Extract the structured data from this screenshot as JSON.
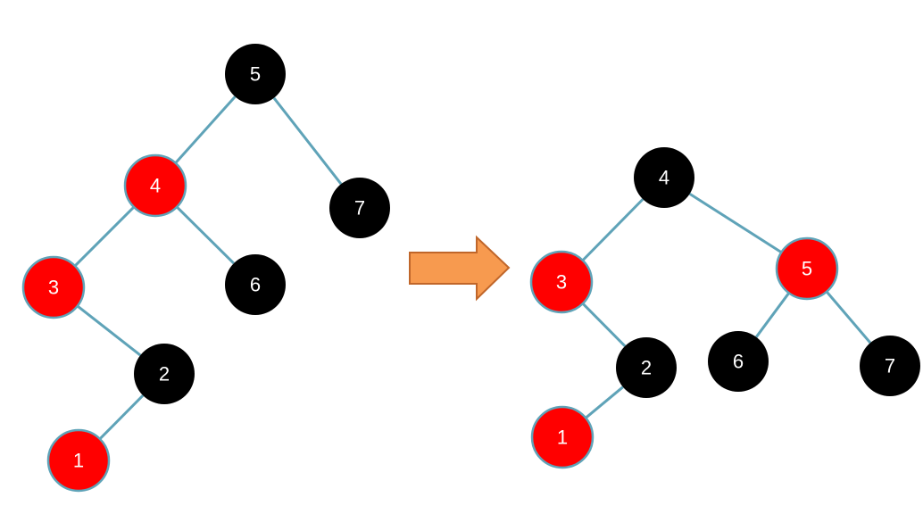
{
  "diagram": {
    "colors": {
      "red": "#ff0000",
      "black": "#000000",
      "edge": "#5fa3b8",
      "label": "#ffffff",
      "red_border": "#b71c1c",
      "arrow_fill": "#f79a4f",
      "arrow_stroke": "#c0662a"
    },
    "before": {
      "nodes": [
        {
          "id": "b5",
          "label": "5",
          "color": "black"
        },
        {
          "id": "b4",
          "label": "4",
          "color": "red"
        },
        {
          "id": "b7",
          "label": "7",
          "color": "black"
        },
        {
          "id": "b3",
          "label": "3",
          "color": "red"
        },
        {
          "id": "b6",
          "label": "6",
          "color": "black"
        },
        {
          "id": "b2",
          "label": "2",
          "color": "black"
        },
        {
          "id": "b1",
          "label": "1",
          "color": "red"
        }
      ],
      "edges": [
        [
          "b5",
          "b4"
        ],
        [
          "b5",
          "b7"
        ],
        [
          "b4",
          "b3"
        ],
        [
          "b4",
          "b6"
        ],
        [
          "b3",
          "b2"
        ],
        [
          "b2",
          "b1"
        ]
      ]
    },
    "after": {
      "nodes": [
        {
          "id": "a4",
          "label": "4",
          "color": "black"
        },
        {
          "id": "a3",
          "label": "3",
          "color": "red"
        },
        {
          "id": "a5",
          "label": "5",
          "color": "red"
        },
        {
          "id": "a2",
          "label": "2",
          "color": "black"
        },
        {
          "id": "a6",
          "label": "6",
          "color": "black"
        },
        {
          "id": "a7",
          "label": "7",
          "color": "black"
        },
        {
          "id": "a1",
          "label": "1",
          "color": "red"
        }
      ],
      "edges": [
        [
          "a4",
          "a3"
        ],
        [
          "a4",
          "a5"
        ],
        [
          "a3",
          "a2"
        ],
        [
          "a2",
          "a1"
        ],
        [
          "a5",
          "a6"
        ],
        [
          "a5",
          "a7"
        ]
      ]
    },
    "arrow_icon": "right-arrow-icon"
  }
}
